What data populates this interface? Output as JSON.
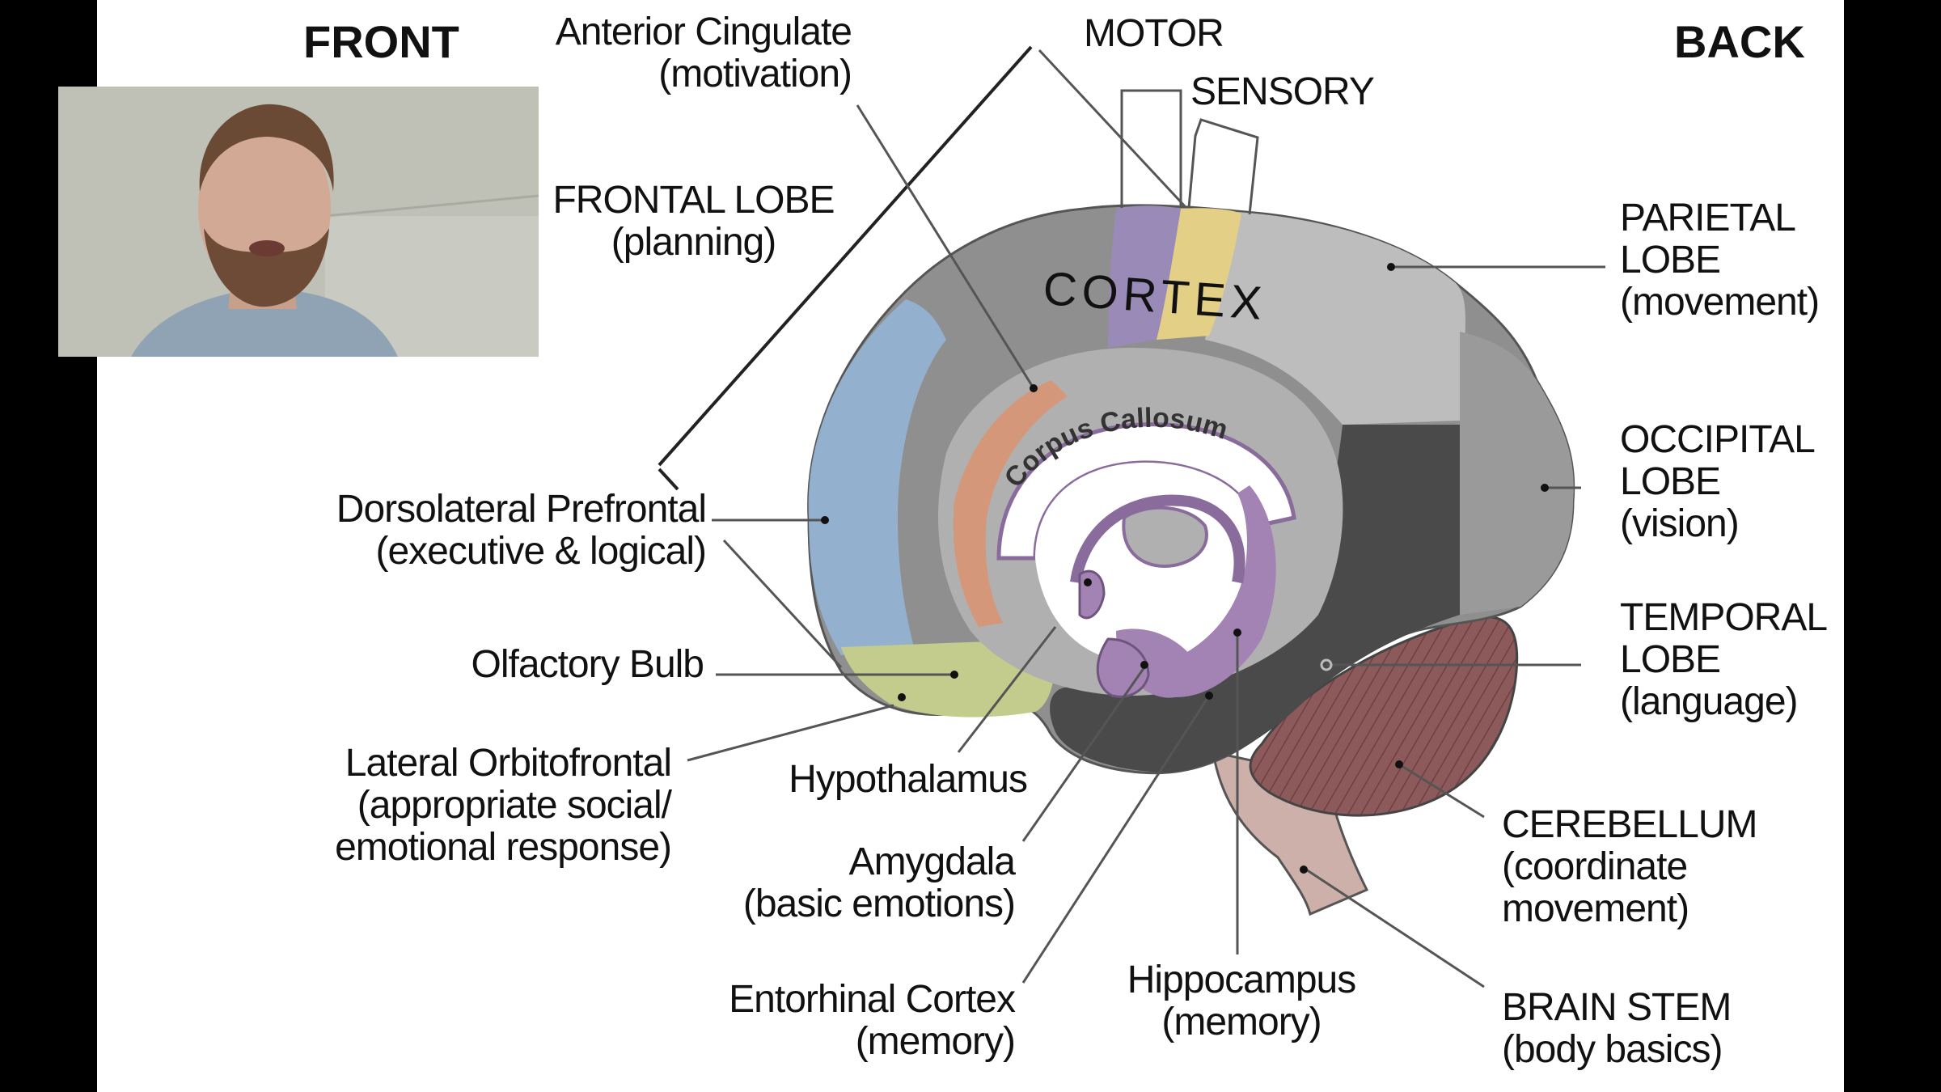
{
  "slide": {
    "orientation": {
      "front": "FRONT",
      "back": "BACK"
    },
    "cortex_labels": {
      "cortex": "CORTEX",
      "corpus_callosum": "Corpus Callosum"
    },
    "top_labels": {
      "anterior_cingulate": {
        "name": "Anterior Cingulate",
        "function": "(motivation)"
      },
      "motor": "MOTOR",
      "sensory": "SENSORY",
      "frontal_lobe": {
        "name": "FRONTAL LOBE",
        "function": "(planning)"
      }
    },
    "left_labels": {
      "dorsolateral_prefrontal": {
        "name": "Dorsolateral Prefrontal",
        "function": "(executive & logical)"
      },
      "olfactory_bulb": {
        "name": "Olfactory Bulb"
      },
      "lateral_orbitofrontal": {
        "name": "Lateral Orbitofrontal",
        "function_line1": "(appropriate social/",
        "function_line2": "emotional response)"
      }
    },
    "bottom_labels": {
      "hypothalamus": {
        "name": "Hypothalamus"
      },
      "amygdala": {
        "name": "Amygdala",
        "function": "(basic emotions)"
      },
      "entorhinal_cortex": {
        "name": "Entorhinal Cortex",
        "function": "(memory)"
      },
      "hippocampus": {
        "name": "Hippocampus",
        "function": "(memory)"
      }
    },
    "right_labels": {
      "parietal_lobe": {
        "name_line1": "PARIETAL",
        "name_line2": "LOBE",
        "function": "(movement)"
      },
      "occipital_lobe": {
        "name_line1": "OCCIPITAL",
        "name_line2": "LOBE",
        "function": "(vision)"
      },
      "temporal_lobe": {
        "name_line1": "TEMPORAL",
        "name_line2": "LOBE",
        "function": "(language)"
      },
      "cerebellum": {
        "name": "CEREBELLUM",
        "function_line1": "(coordinate",
        "function_line2": "movement)"
      },
      "brain_stem": {
        "name": "BRAIN STEM",
        "function": "(body basics)"
      }
    }
  },
  "colors": {
    "frontal_gray": "#8f8f8f",
    "parietal_gray": "#bdbdbd",
    "occipital_gray": "#9a9a9a",
    "temporal_dark": "#4a4a4a",
    "motor_purple": "#9a8ab8",
    "sensory_yellow": "#e3cf86",
    "prefrontal_blue": "#93b3d2",
    "orbitofrontal_green": "#c3cc8c",
    "cingulate_orange": "#d4977a",
    "limbic_purple": "#a382b4",
    "cerebellum_red": "#8d5a5c",
    "brainstem_pink": "#cdb0aa"
  },
  "webcam": {
    "participant": "presenter video feed"
  }
}
